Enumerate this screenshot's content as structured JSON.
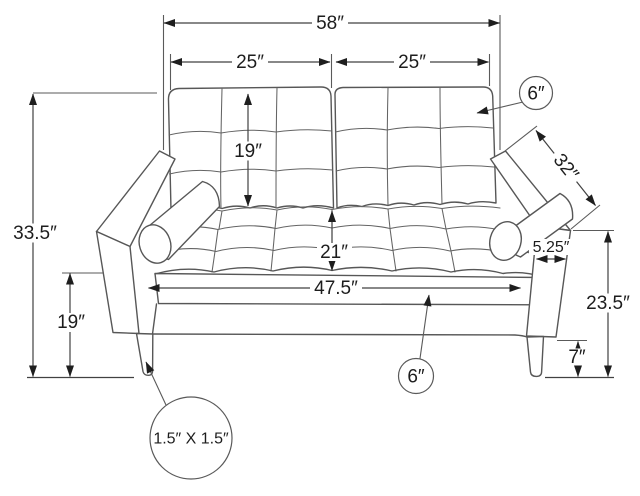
{
  "diagram": {
    "title": "Loveseat sofa dimension diagram",
    "subject": "tufted loveseat with bolster pillows, front view line drawing",
    "dimensions": {
      "overall_width": "58″",
      "back_cushion_left_width": "25″",
      "back_cushion_right_width": "25″",
      "overall_height": "33.5″",
      "back_cushion_height": "19″",
      "seat_height": "19″",
      "seat_depth": "21″",
      "seat_width": "47.5″",
      "overall_depth": "32″",
      "arm_width": "5.25″",
      "arm_height": "23.5″",
      "leg_height": "7″"
    },
    "callouts": {
      "back_cushion_thickness": "6″",
      "seat_cushion_thickness": "6″",
      "leg_cross_section": "1.5″ X 1.5″"
    },
    "colors": {
      "sofa_line": "#575757",
      "dimension_line": "#414141",
      "arrow": "#1e1e1e",
      "text": "#1d1d1d",
      "background": "#ffffff"
    }
  }
}
